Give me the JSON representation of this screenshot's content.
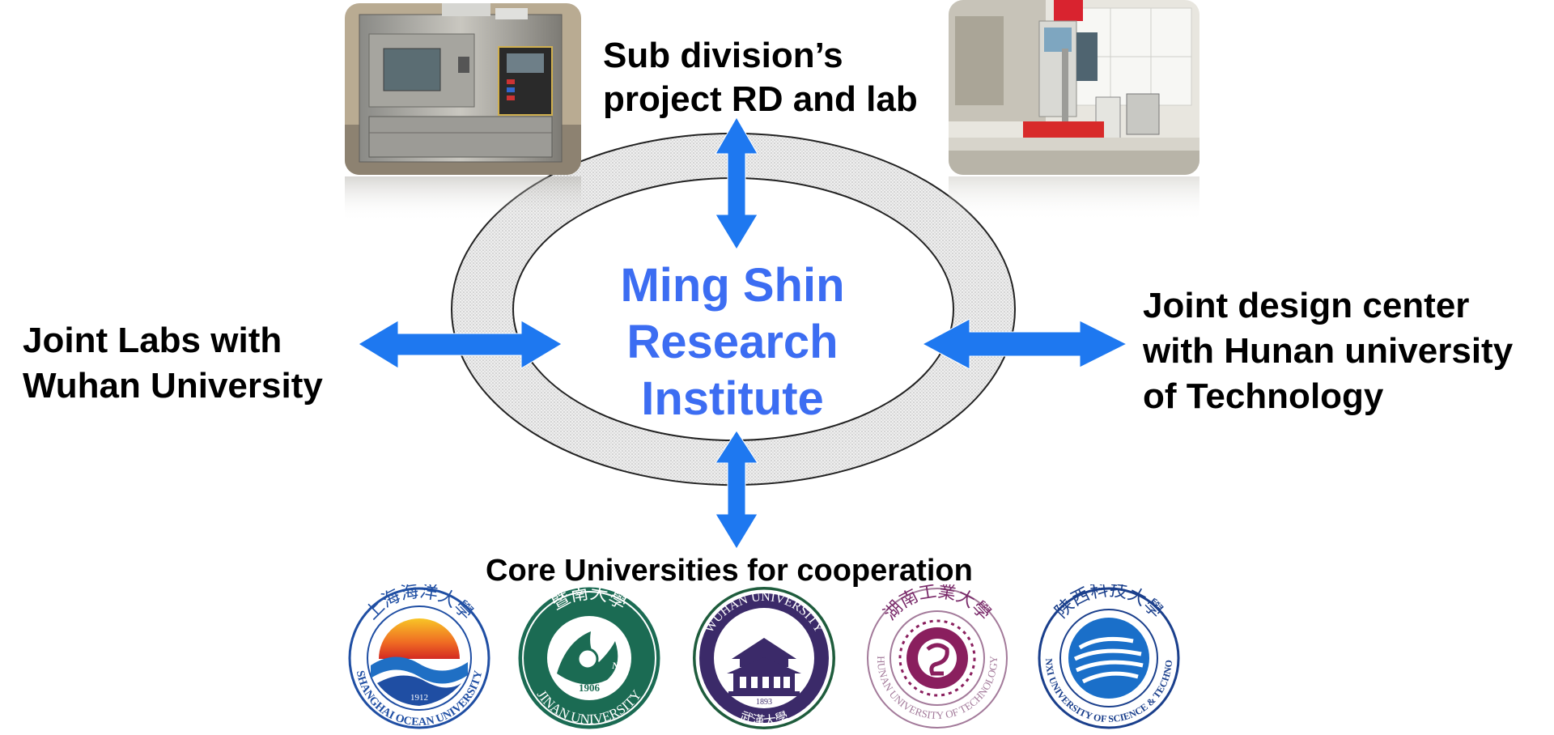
{
  "diagram": {
    "center_title": [
      "Ming Shin",
      "Research",
      "Institute"
    ],
    "top_label": [
      "Sub division’s",
      "project RD and lab"
    ],
    "left_label": [
      "Joint Labs with",
      "Wuhan University"
    ],
    "right_label": [
      "Joint design center",
      "with Hunan university",
      "of Technology"
    ],
    "bottom_label": "Core Universities for cooperation"
  },
  "photos": [
    {
      "name": "environmental-test-chamber-photo"
    },
    {
      "name": "tensile-testing-machine-photo"
    }
  ],
  "logos": [
    {
      "name": "Shanghai Ocean University",
      "ring_text": "SHANGHAI OCEAN UNIVERSITY",
      "top_text": "上海海洋大學",
      "year": "1912"
    },
    {
      "name": "Jinan University",
      "ring_text": "JINAN UNIVERSITY",
      "top_text": "暨南大學",
      "year": "1906"
    },
    {
      "name": "Wuhan University",
      "ring_text": "WUHAN UNIVERSITY",
      "top_text": "",
      "year": "1893",
      "bottom_text": "武漢大學"
    },
    {
      "name": "Hunan University of Technology",
      "ring_text": "HUNAN UNIVERSITY OF TECHNOLOGY",
      "top_text": "湖南工業大學",
      "year": ""
    },
    {
      "name": "Shaanxi University of Science & Technology",
      "ring_text": "SHAANXI UNIVERSITY OF SCIENCE & TECHNOLOGY",
      "top_text": "陕西科技大學",
      "year": ""
    }
  ],
  "colors": {
    "arrow": "#1e78f0",
    "title": "#3c6df2",
    "ring_fill": "#e6e6e6",
    "ring_stroke": "#222222"
  }
}
